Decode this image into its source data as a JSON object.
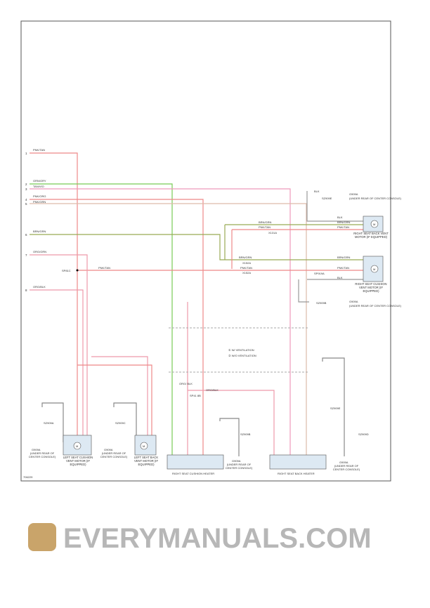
{
  "diagram_id": "706229",
  "watermark": "EVERYMANUALS.COM",
  "left_pins": [
    {
      "num": "1",
      "color": "PNK/TAN"
    },
    {
      "num": "2",
      "color": "GRN/GRY"
    },
    {
      "num": "3",
      "color": "TAN/VIO"
    },
    {
      "num": "4",
      "color": "PNK/ORG"
    },
    {
      "num": "5",
      "color": "PNK/GRN"
    },
    {
      "num": "6",
      "color": "BRN/GRN"
    },
    {
      "num": "7",
      "color": "ORG/GRN"
    },
    {
      "num": "8",
      "color": "ORG/BLK"
    }
  ],
  "splices": {
    "sp81": "SP81C",
    "sp41": "SP41 8B",
    "sp_right": "SP919A",
    "sz909a": "SZ909A",
    "sz909c": "SZ909C",
    "sz909e": "SZ909E",
    "sz909b": "SZ909B",
    "sz909b2": "SZ909B",
    "sz909e2": "SZ909E",
    "sz909d": "SZ909D"
  },
  "wires": {
    "pnk_tan": "PNK/TAN",
    "brn_grn": "BRN/GRN",
    "blk": "BLK",
    "org_blk": "ORG/BLK",
    "org_grn": "ORG/GRN",
    "grn_gry": "GRN/GRY",
    "tan_vio": "TAN/VIO",
    "pnk_org": "PNK/ORG",
    "pnk_grn": "PNK/GRN",
    "org_blk_short": "ORG/ BLK"
  },
  "connectors": {
    "x131a": "X131A",
    "x152a": "X152A",
    "x152b": "X152A"
  },
  "grounds": {
    "g909a": "G909A",
    "g909a2": "G909A",
    "loc": "(UNDER REAR OF CENTER CONSOLE)"
  },
  "legend": {
    "w": "① W/ VENTILATION",
    "wo": "② W/O VENTILATION"
  },
  "components": {
    "rsb_motor": "RIGHT SEAT BACK VENT MOTOR (IF EQUIPPED)",
    "rsc_motor": "RIGHT SEAT CUSHION VENT MOTOR (IF EQUIPPED)",
    "lsc_motor": "LEFT SEAT CUSHION VENT MOTOR (IF EQUIPPED)",
    "lsb_motor": "LEFT SEAT BACK VENT MOTOR (IF EQUIPPED)",
    "rsc_heater": "RIGHT SEAT CUSHION HEATER",
    "rsb_heater": "RIGHT SEAT BACK HEATER",
    "motor_symbol": "M"
  }
}
